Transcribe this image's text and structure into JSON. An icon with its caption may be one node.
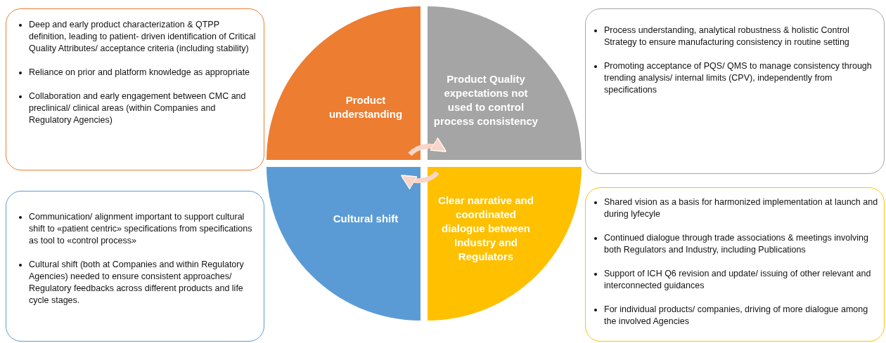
{
  "diagram": {
    "nodes": [
      {
        "text": [
          "Deep and early product characterization & QTPP definition, leading to patient- driven identification of Critical Quality Attributes/ acceptance criteria (including stability)",
          "Reliance on prior and platform knowledge as appropriate",
          "Collaboration and early engagement  between CMC and preclinical/ clinical areas (within Companies and Regulatory Agencies)"
        ]
      },
      {
        "text": [
          "Product understanding"
        ]
      },
      {
        "text": [
          "Product Quality expectations not used to control process consistency"
        ]
      },
      {
        "text": [
          "Process understanding, analytical robustness & holistic Control Strategy to ensure manufacturing consistency in routine setting",
          "Promoting acceptance of PQS/ QMS to manage consistency through trending analysis/ internal limits (CPV), independently from specifications"
        ]
      },
      {
        "text": [
          "Communication/ alignment important to support cultural shift to «patient centric» specifications  from specifications as tool to «control process»",
          "Cultural shift (both at  Companies and within Regulatory Agencies) needed to ensure consistent approaches/ Regulatory feedbacks across different products and life cycle stages."
        ]
      },
      {
        "text": [
          "Cultural shift"
        ]
      },
      {
        "text": [
          "Clear narrative and coordinated dialogue between Industry and Regulators"
        ]
      },
      {
        "text": [
          "Shared vision as a basis for harmonized implementation at launch and during lyfecyle",
          "Continued dialogue through trade associations & meetings involving both Regulators and Industry, including Publications",
          "Support of ICH Q6 revision and update/ issuing of other relevant and interconnected guidances",
          "For individual products/ companies, driving of more dialogue among the involved Agencies"
        ]
      }
    ],
    "edges": [
      {
        "from": 1,
        "to": 2,
        "arrow": "to"
      },
      {
        "from": 6,
        "to": 5,
        "arrow": "to"
      }
    ]
  }
}
